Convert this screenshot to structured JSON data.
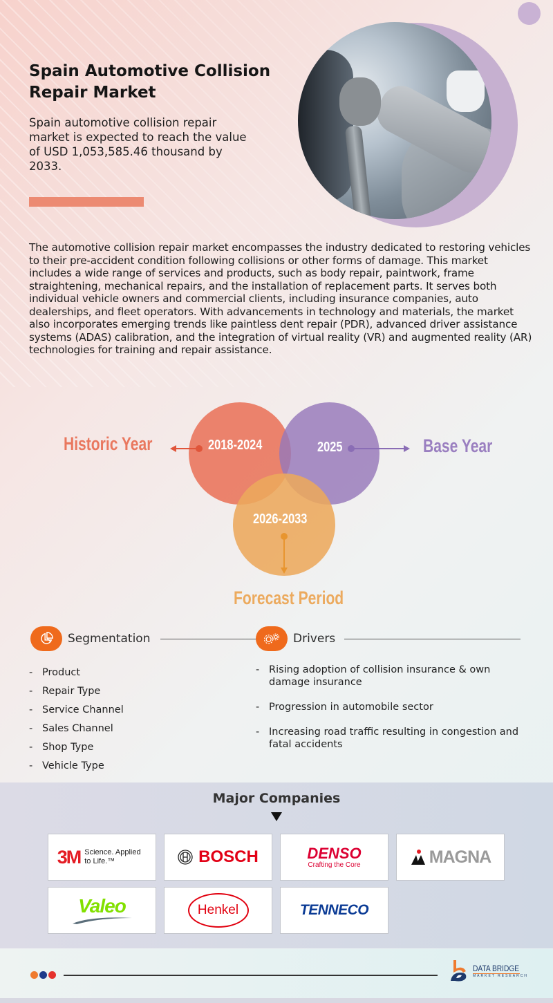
{
  "hero": {
    "title": "Spain Automotive Collision Repair Market",
    "subtitle": "Spain automotive collision repair market is expected to reach the value of USD 1,053,585.46 thousand by 2033.",
    "market_value": "USD 1,053,585.46 thousand",
    "target_year": "2033",
    "image_alt": "Technician sanding a car body with an orbital sander"
  },
  "description": "The automotive collision repair market encompasses the industry dedicated to restoring vehicles to their pre-accident condition following collisions or other forms of damage. This market includes a wide range of services and products, such as body repair, paintwork, frame straightening, mechanical repairs, and the installation of replacement parts. It serves both individual vehicle owners and commercial clients, including insurance companies, auto dealerships, and fleet operators. With advancements in technology and materials, the market also incorporates emerging trends like paintless dent repair (PDR), advanced driver assistance systems (ADAS) calibration, and the integration of virtual reality (VR) and augmented reality (AR) technologies for training and repair assistance.",
  "timeline": {
    "historic": {
      "label": "Historic Year",
      "value": "2018-2024",
      "color": "#e9775e"
    },
    "base": {
      "label": "Base Year",
      "value": "2025",
      "color": "#9a7fc0"
    },
    "forecast": {
      "label": "Forecast Period",
      "value": "2026-2033",
      "color": "#ecaa5e"
    }
  },
  "segmentation": {
    "title": "Segmentation",
    "icon": "pie-chart-icon",
    "items": [
      "Product",
      "Repair Type",
      "Service Channel",
      "Sales Channel",
      "Shop Type",
      "Vehicle Type"
    ]
  },
  "drivers": {
    "title": "Drivers",
    "icon": "gears-icon",
    "items": [
      "Rising adoption of collision insurance & own damage insurance",
      "Progression in automobile sector",
      "Increasing road traffic resulting in congestion and fatal accidents"
    ]
  },
  "companies": {
    "title": "Major Companies",
    "logos": [
      {
        "name": "3M",
        "tagline": "Science. Applied to Life.™"
      },
      {
        "name": "BOSCH"
      },
      {
        "name": "DENSO",
        "tagline": "Crafting the Core"
      },
      {
        "name": "MAGNA"
      },
      {
        "name": "Valeo"
      },
      {
        "name": "Henkel"
      },
      {
        "name": "TENNECO"
      }
    ]
  },
  "footer": {
    "brand": "DATA BRIDGE",
    "brand_sub": "MARKET RESEARCH",
    "dot_colors": [
      "#ef7b2f",
      "#1e3a8a",
      "#e5322d"
    ]
  },
  "colors": {
    "accent_orange": "#ef6a1c",
    "hero_bar": "#ec8a72",
    "lavender": "#c6b0d0"
  }
}
